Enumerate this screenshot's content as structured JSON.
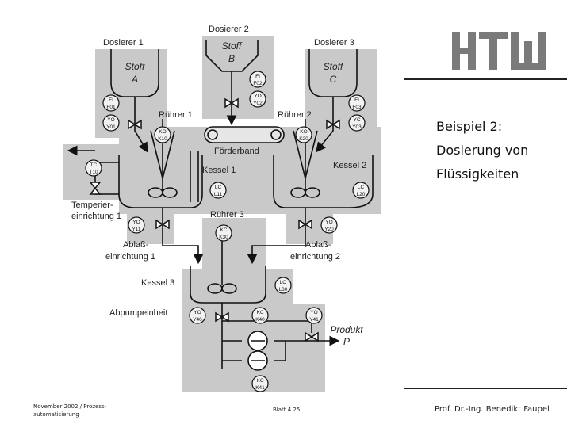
{
  "slide": {
    "title_lines": [
      "Beispiel 2:",
      "Dosierung von",
      "Flüssigkeiten"
    ],
    "logo_text": "HTW",
    "footer_left": [
      "November 2002 / Prozess-",
      "automatisierung"
    ],
    "footer_center": "Blatt 4.25",
    "footer_right": "Prof. Dr.-Ing. Benedikt Faupel"
  },
  "diagram": {
    "dosierer1": "Dosierer 1",
    "dosierer2": "Dosierer 2",
    "dosierer3": "Dosierer 3",
    "stoff_a": [
      "Stoff",
      "A"
    ],
    "stoff_b": [
      "Stoff",
      "B"
    ],
    "stoff_c": [
      "Stoff",
      "C"
    ],
    "ruehrer1": "Rührer 1",
    "ruehrer2": "Rührer 2",
    "ruehrer3": "Rührer 3",
    "foerderband": "Förderband",
    "kessel1": "Kessel 1",
    "kessel2": "Kessel 2",
    "kessel3": "Kessel 3",
    "temperier": [
      "Temperier-",
      "einrichtung 1"
    ],
    "ablass1": [
      "Ablaß-",
      "einrichtung 1"
    ],
    "ablass2": [
      "Ablaß-",
      "einrichtung 2"
    ],
    "abpump": "Abpumpeinheit",
    "produkt": [
      "Produkt",
      "P"
    ],
    "instruments": {
      "fi01": [
        "FI",
        "F01"
      ],
      "yo01": [
        "YO",
        "Y01"
      ],
      "fi02": [
        "FI",
        "F02"
      ],
      "yo02": [
        "YO",
        "Y02"
      ],
      "fi03": [
        "FI",
        "F03"
      ],
      "yc03": [
        "YC",
        "Y03"
      ],
      "ko10": [
        "KO",
        "K10"
      ],
      "ko20": [
        "KO",
        "K20"
      ],
      "tc10": [
        "TC",
        "T10"
      ],
      "lc11": [
        "LC",
        "L11"
      ],
      "lc20": [
        "LC",
        "L20"
      ],
      "yo11": [
        "YO",
        "Y11"
      ],
      "yo20": [
        "YO",
        "Y20"
      ],
      "kc30": [
        "KC",
        "K30"
      ],
      "lo30": [
        "LO",
        "L30"
      ],
      "yo40": [
        "YO",
        "Y40"
      ],
      "kc40": [
        "KC",
        "K40"
      ],
      "yo41": [
        "YO",
        "Y41"
      ],
      "kc41": [
        "KC",
        "K41"
      ]
    }
  }
}
